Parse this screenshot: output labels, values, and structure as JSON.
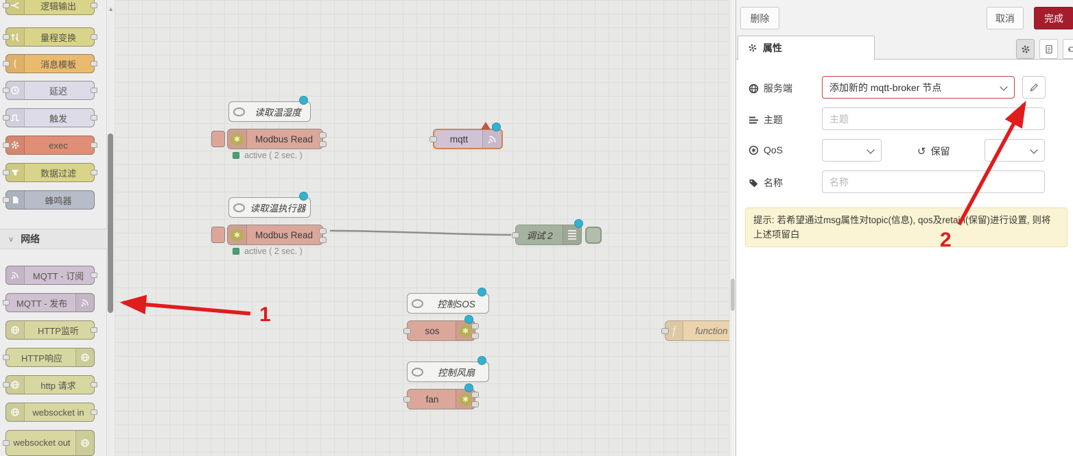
{
  "palette": {
    "section": {
      "label": "网络"
    },
    "top_items": [
      {
        "label": "逻辑输出"
      },
      {
        "label": "量程变换"
      },
      {
        "label": "消息模板"
      },
      {
        "label": "延迟"
      },
      {
        "label": "触发"
      },
      {
        "label": "exec"
      },
      {
        "label": "数据过滤"
      },
      {
        "label": "蜂鸣器"
      }
    ],
    "network_items": [
      {
        "label": "MQTT - 订阅"
      },
      {
        "label": "MQTT - 发布"
      },
      {
        "label": "HTTP监听"
      },
      {
        "label": "HTTP响应"
      },
      {
        "label": "http 请求"
      },
      {
        "label": "websocket in"
      },
      {
        "label": "websocket out"
      }
    ]
  },
  "canvas": {
    "comments": [
      "读取温湿度",
      "读取温执行器",
      "控制SOS",
      "控制风扇"
    ],
    "modbus_label": "Modbus Read",
    "status_text": "active ( 2 sec. )",
    "mqtt_label": "mqtt",
    "debug_label": "调试 2",
    "sos_label": "sos",
    "fan_label": "fan",
    "function_label": "function"
  },
  "annotations": {
    "arrow1_label": "1",
    "arrow2_label": "2"
  },
  "panel": {
    "delete_label": "删除",
    "cancel_label": "取消",
    "done_label": "完成",
    "tab_label": "属性",
    "fields": {
      "server": {
        "label": "服务端",
        "value": "添加新的 mqtt-broker 节点"
      },
      "topic": {
        "label": "主题",
        "placeholder": "主题"
      },
      "qos": {
        "label": "QoS"
      },
      "retain": {
        "label": "保留"
      },
      "name": {
        "label": "名称",
        "placeholder": "名称"
      }
    },
    "hint": "提示: 若希望通过msg属性对topic(信息), qos及retain(保留)进行设置, 则将上述项留白"
  },
  "colors": {
    "node_salmon": "#dba79a",
    "node_purple": "#d2c2d6",
    "node_debug_green": "#a6b2a0",
    "node_function_tan": "#ead3ad",
    "status_green": "#4d9b77",
    "changed_dot_blue": "#35b1d0",
    "error_triangle": "#bb5a40",
    "selected_border_orange": "#d2834d",
    "done_button_red": "#a51d2d",
    "invalid_field_red": "#c9403f",
    "arrow_red": "#e01c1c"
  }
}
